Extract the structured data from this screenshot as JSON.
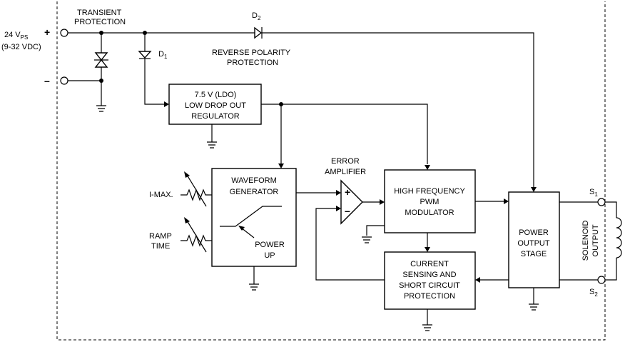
{
  "supply": {
    "voltage_main": "24 V",
    "voltage_sub": "PS",
    "range": "(9-32 VDC)",
    "plus": "+",
    "minus": "–"
  },
  "protection": {
    "transient_line1": "TRANSIENT",
    "transient_line2": "PROTECTION",
    "d2_main": "D",
    "d2_sub": "2",
    "d1_main": "D",
    "d1_sub": "1",
    "reverse_line1": "REVERSE POLARITY",
    "reverse_line2": "PROTECTION"
  },
  "regulator": {
    "line1": "7.5 V (LDO)",
    "line2": "LOW DROP OUT",
    "line3": "REGULATOR"
  },
  "waveform": {
    "line1": "WAVEFORM",
    "line2": "GENERATOR",
    "power_up_line1": "POWER",
    "power_up_line2": "UP"
  },
  "pots": {
    "imax": "I-MAX.",
    "ramp_line1": "RAMP",
    "ramp_line2": "TIME"
  },
  "amplifier": {
    "line1": "ERROR",
    "line2": "AMPLIFIER",
    "plus": "+",
    "minus": "–"
  },
  "pwm": {
    "line1": "HIGH FREQUENCY",
    "line2": "PWM",
    "line3": "MODULATOR"
  },
  "current_sensing": {
    "line1": "CURRENT",
    "line2": "SENSING AND",
    "line3": "SHORT CIRCUIT",
    "line4": "PROTECTION"
  },
  "power_stage": {
    "line1": "POWER",
    "line2": "OUTPUT",
    "line3": "STAGE"
  },
  "output": {
    "s1_main": "S",
    "s1_sub": "1",
    "s2_main": "S",
    "s2_sub": "2",
    "solenoid_line1": "SOLENOID",
    "solenoid_line2": "OUTPUT"
  }
}
